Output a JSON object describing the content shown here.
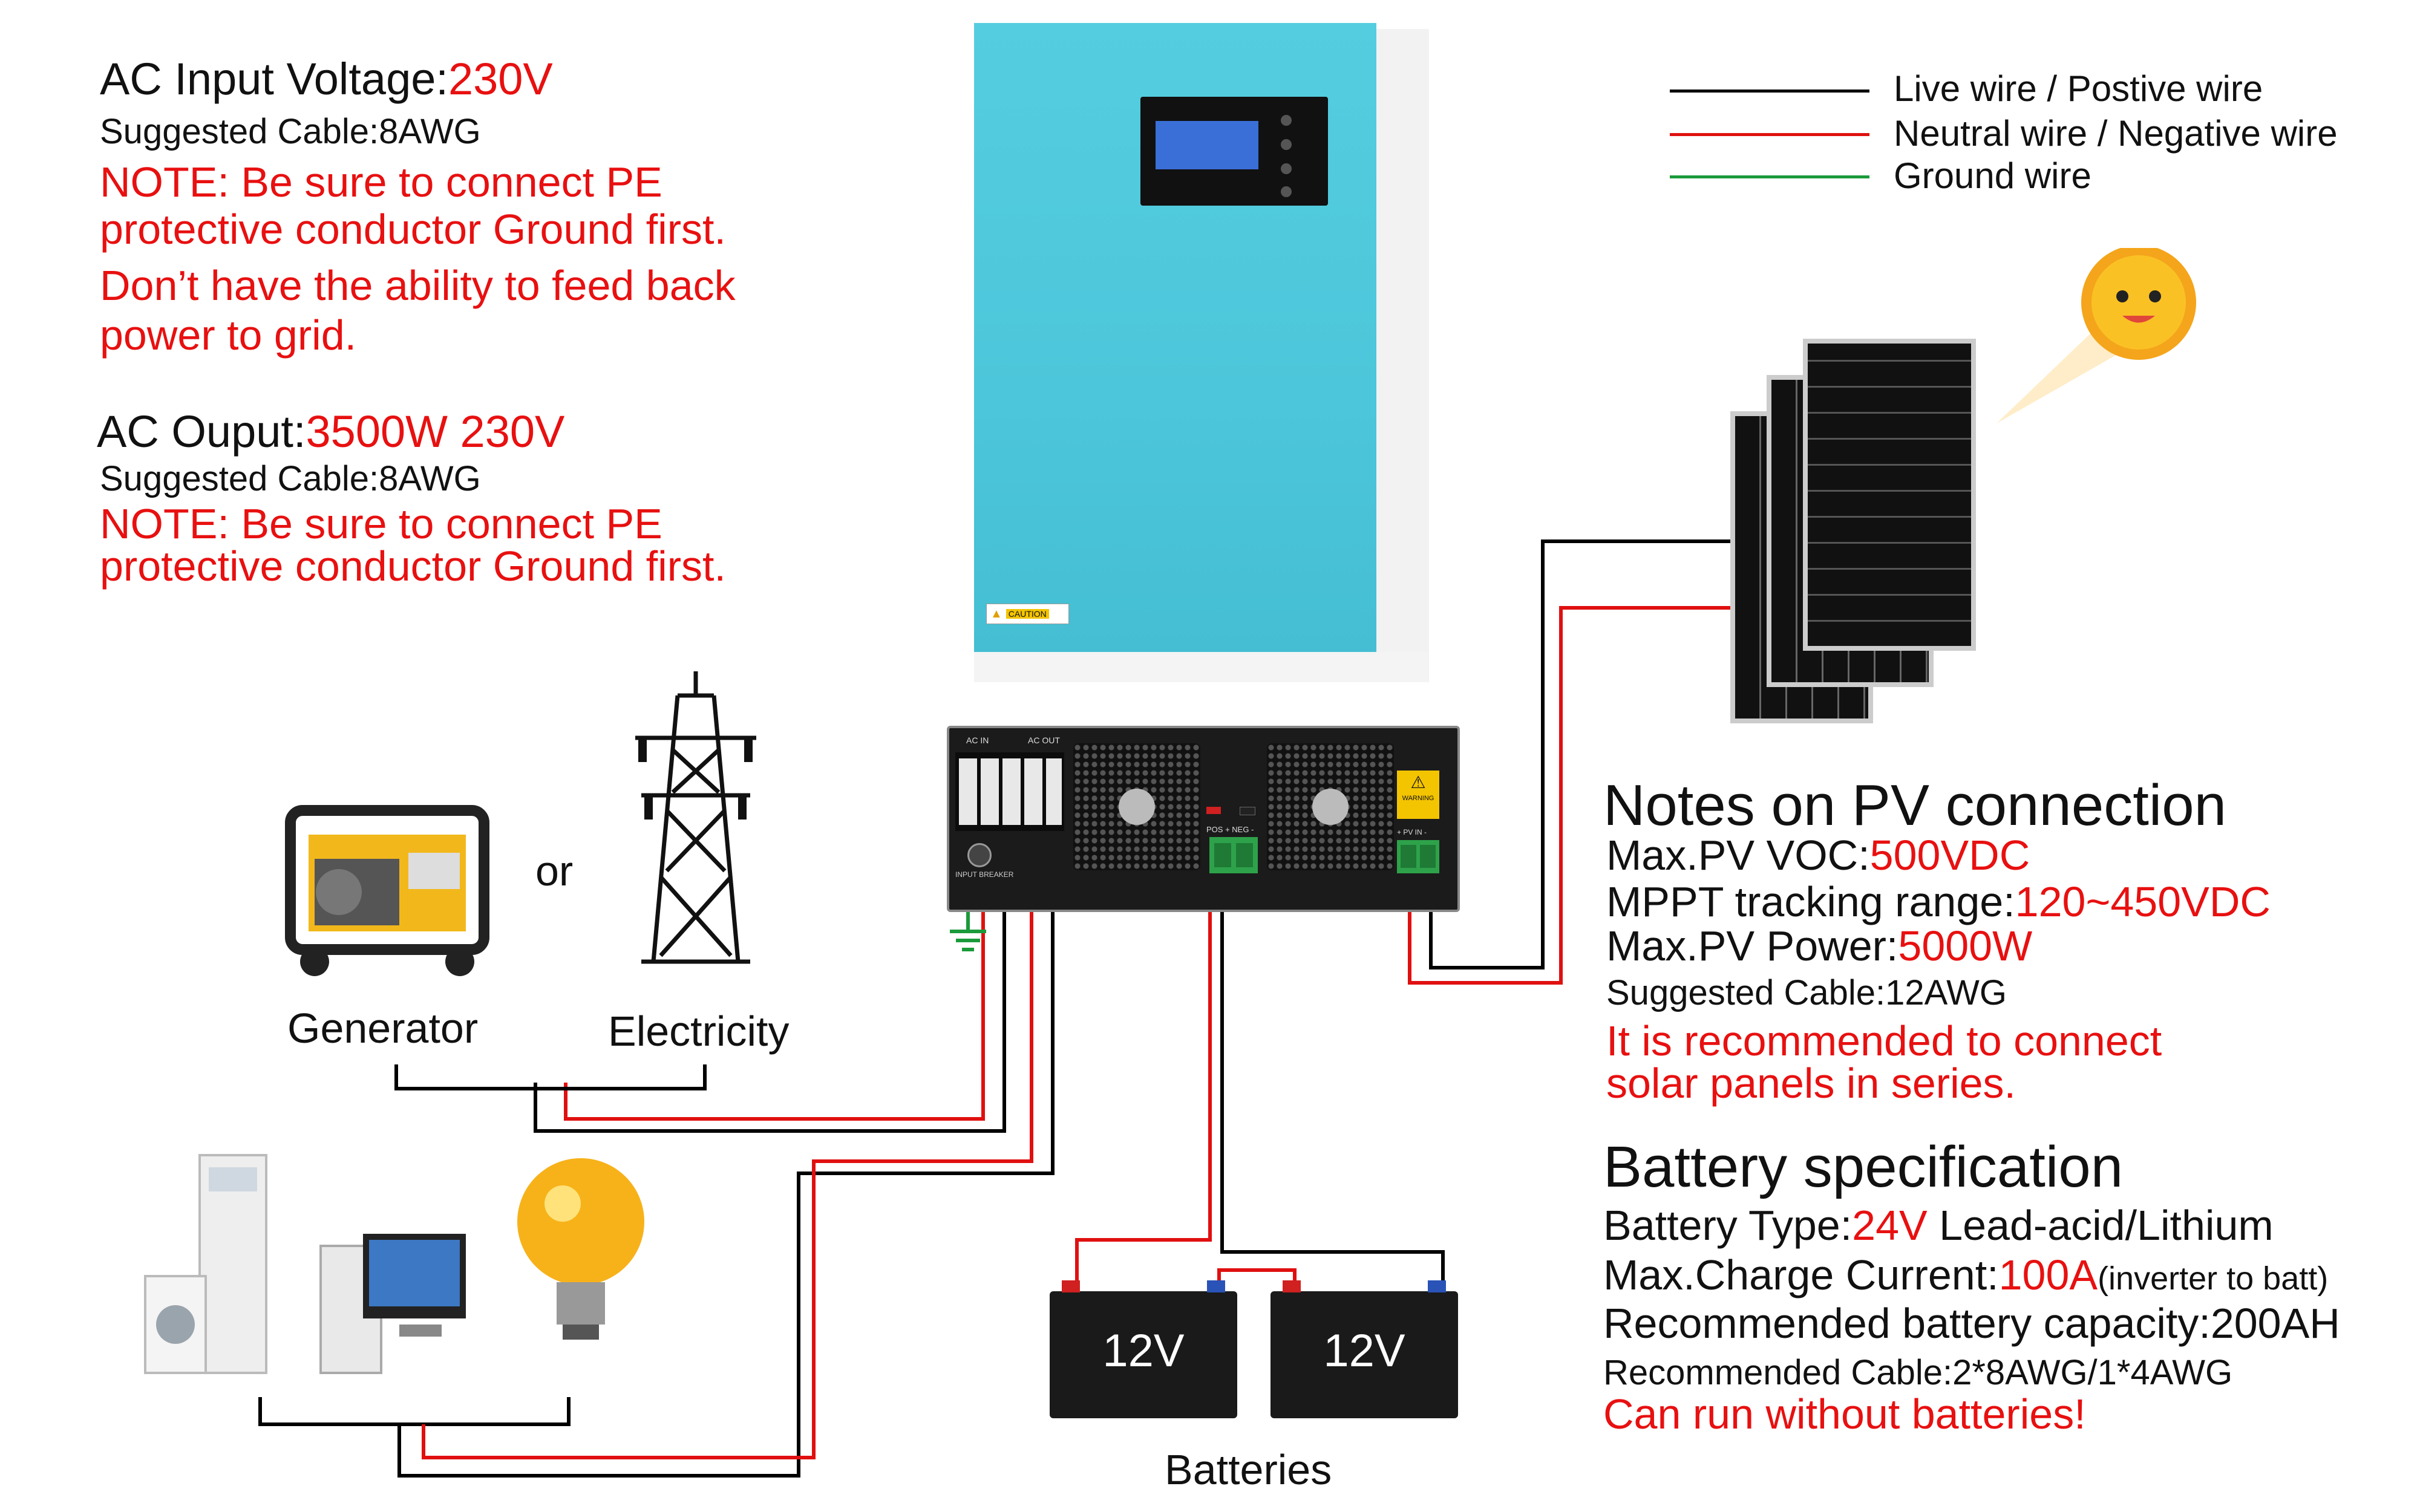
{
  "ac_input": {
    "label": "AC Input Voltage:",
    "value": "230V",
    "cable": "Suggested Cable:8AWG",
    "note_line1": "NOTE: Be sure to connect PE",
    "note_line2": "protective conductor Ground first.",
    "feedback_line1": "Don’t have the ability to feed back",
    "feedback_line2": "power to grid."
  },
  "ac_output": {
    "label": "AC Ouput:",
    "value": "3500W 230V",
    "cable": "Suggested Cable:8AWG",
    "note_line1": "NOTE: Be sure to connect PE",
    "note_line2": "protective conductor Ground first."
  },
  "legend": {
    "live": "Live wire / Postive wire",
    "neutral": "Neutral wire / Negative wire",
    "ground": "Ground wire",
    "colors": {
      "live": "#000000",
      "neutral": "#e01010",
      "ground": "#1a9a3a"
    }
  },
  "pv_notes": {
    "title": "Notes on PV connection",
    "voc_label": "Max.PV VOC:",
    "voc_value": "500VDC",
    "mppt_label": "MPPT tracking range:",
    "mppt_value": "120~450VDC",
    "power_label": "Max.PV Power:",
    "power_value": "5000W",
    "cable": "Suggested Cable:12AWG",
    "rec_line1": "It is recommended to connect",
    "rec_line2": "solar panels in series."
  },
  "battery_spec": {
    "title": "Battery specification",
    "type_label": "Battery Type:",
    "type_value": "24V",
    "type_rest": " Lead-acid/Lithium",
    "charge_label": "Max.Charge Current:",
    "charge_value": "100A",
    "charge_note": "(inverter to batt)",
    "capacity": "Recommended battery capacity:200AH",
    "cable": "Recommended Cable:2*8AWG/1*4AWG",
    "no_battery": "Can run without batteries!"
  },
  "sources": {
    "generator": "Generator",
    "or": "or",
    "electricity": "Electricity"
  },
  "batteries": {
    "label": "Batteries",
    "unit1": "12V",
    "unit2": "12V"
  },
  "inverter": {
    "caution": "CAUTION",
    "ac_in": "AC IN",
    "ac_out": "AC OUT",
    "breaker": "INPUT BREAKER",
    "pos_neg": "POS + NEG -",
    "warning": "WARNING",
    "pv_in": "+ PV IN -"
  },
  "colors": {
    "accent_red": "#e81010",
    "inverter_teal": "#4fc8dc",
    "panel_dark": "#1a1a1a"
  }
}
